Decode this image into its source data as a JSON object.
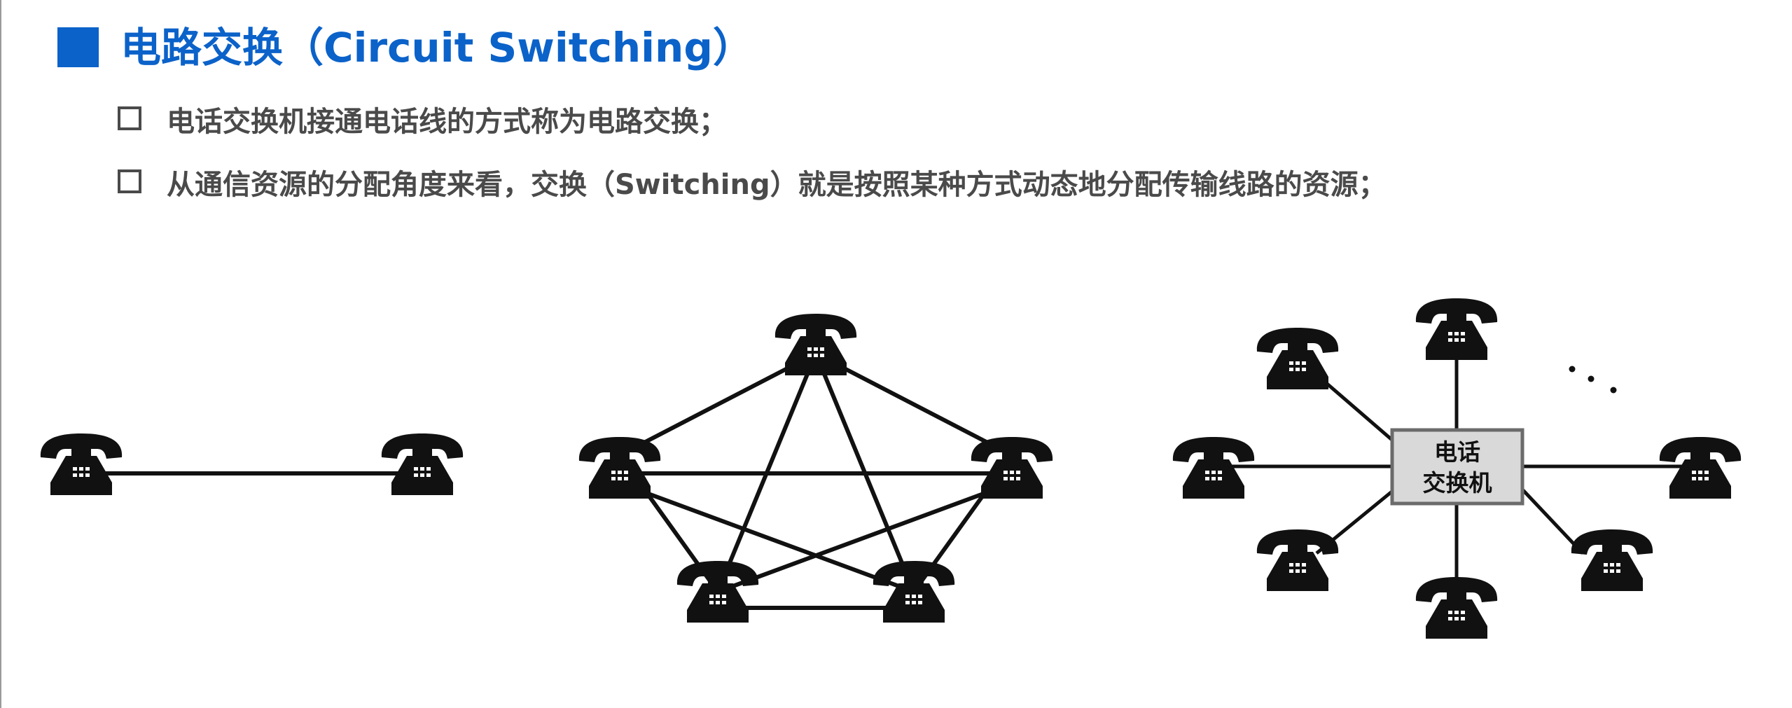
{
  "slide": {
    "title": "电路交换（Circuit Switching）",
    "bullets": [
      "电话交换机接通电话线的方式称为电路交换；",
      "从通信资源的分配角度来看，交换（Switching）就是按照某种方式动态地分配传输线路的资源；"
    ]
  },
  "diagrams": {
    "switch_line1": "电话",
    "switch_line2": "交换机",
    "ellipsis": "· · ·",
    "icon": "telephone-icon"
  },
  "colors": {
    "title": "#0b62c9",
    "body_text": "#4a4a4a",
    "switch_fill": "#d9d9d9",
    "switch_border": "#6b6b6b",
    "line": "#111111"
  }
}
